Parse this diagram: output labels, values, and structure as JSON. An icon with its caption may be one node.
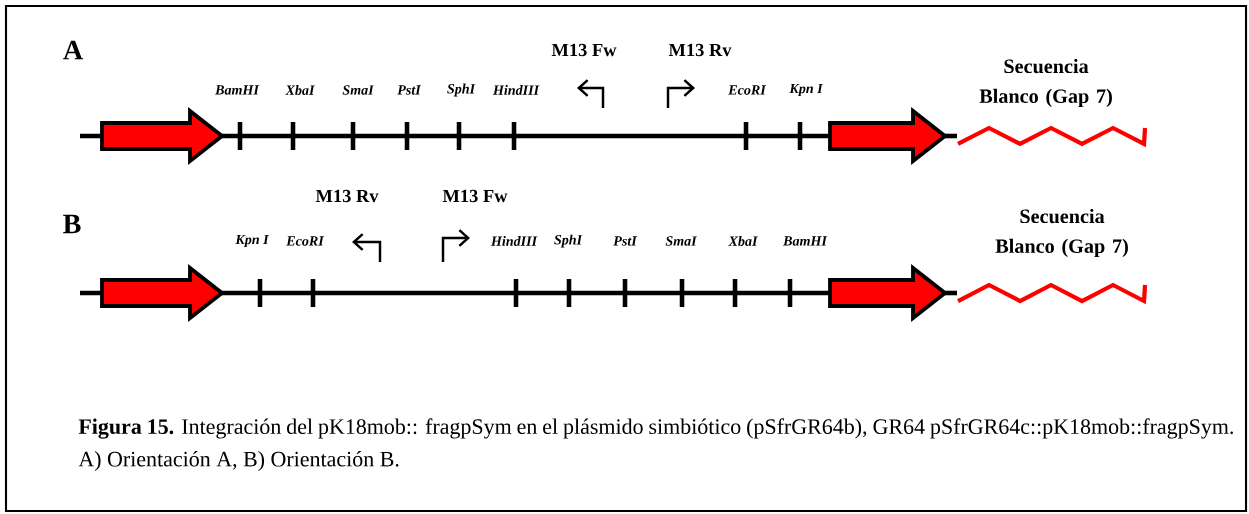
{
  "diagram": {
    "caption": "**Figura 15.** Integración del pK18mob:: fragpSym en el plásmido simbiótico (pSfrGR64b), GR64 pSfrGR64c::pK18mob::fragpSym. A) Orientación A, B) Orientación B.",
    "labels": [
      "A",
      "M13 Fw",
      "M13 Rv",
      "BamHI",
      "XbaI",
      "SmaI",
      "PstI",
      "SphI",
      "HindIII",
      "EcoRI",
      "Kpn I",
      "Secuencia Blanco (Gap 7)",
      "B",
      "M13 Rv",
      "M13 Fw",
      "Kpn I",
      "EcoRI",
      "HindIII",
      "SphI",
      "PstI",
      "SmaI",
      "XbaI",
      "BamHI",
      "Secuencia Blanco (Gap 7)"
    ]
  }
}
